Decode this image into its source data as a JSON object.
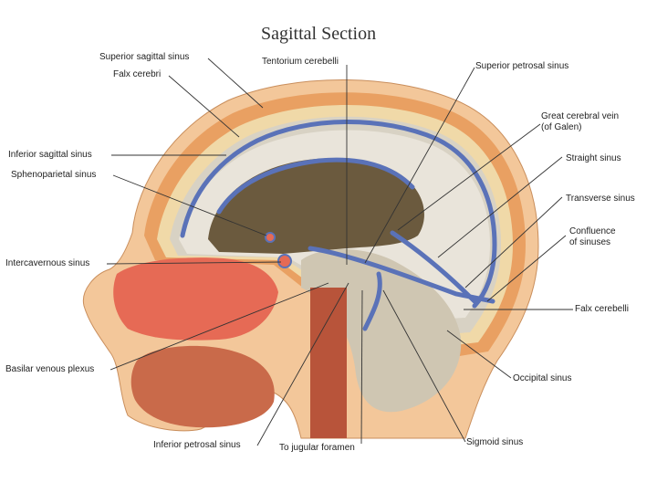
{
  "title": "Sagittal Section",
  "labels": {
    "superior_sagittal_sinus": "Superior sagittal sinus",
    "falx_cerebri": "Falx cerebri",
    "tentorium_cerebelli": "Tentorium cerebelli",
    "superior_petrosal_sinus": "Superior petrosal sinus",
    "great_cerebral_vein_1": "Great cerebral vein",
    "great_cerebral_vein_2": "(of Galen)",
    "inferior_sagittal_sinus": "Inferior sagittal sinus",
    "straight_sinus": "Straight sinus",
    "sphenoparietal_sinus": "Sphenoparietal sinus",
    "transverse_sinus": "Transverse sinus",
    "confluence_1": "Confluence",
    "confluence_2": "of sinuses",
    "intercavernous_sinus": "Intercavernous sinus",
    "falx_cerebelli": "Falx cerebelli",
    "basilar_venous_plexus": "Basilar venous plexus",
    "occipital_sinus": "Occipital sinus",
    "inferior_petrosal_sinus": "Inferior petrosal sinus",
    "to_jugular_foramen": "To jugular foramen",
    "sigmoid_sinus": "Sigmoid sinus"
  },
  "colors": {
    "skin": "#f3c79a",
    "scalp": "#e9a062",
    "bone": "#f0d9a8",
    "dura": "#d8d2c4",
    "brain": "#e9e4da",
    "ventricle": "#6b5a3e",
    "sinus": "#5a72b8",
    "mucosa": "#e66a55",
    "muscle": "#c96a4a"
  }
}
